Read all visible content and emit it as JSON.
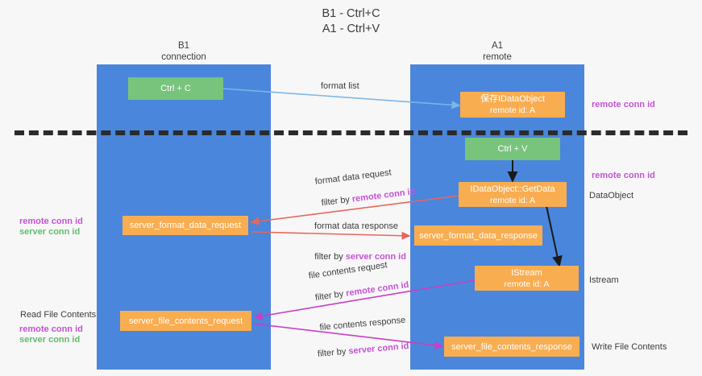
{
  "title": {
    "line1": "B1 - Ctrl+C",
    "line2": "A1 - Ctrl+V"
  },
  "columns": [
    {
      "name": "B1",
      "sub": "connection"
    },
    {
      "name": "A1",
      "sub": "remote"
    }
  ],
  "boxes": {
    "ctrl_c": {
      "line1": "Ctrl + C"
    },
    "save_dataobject": {
      "line1": "保存IDataObject",
      "line2": "remote id: A"
    },
    "ctrl_v": {
      "line1": "Ctrl + V"
    },
    "getdata": {
      "line1": "IDataObject::GetData",
      "line2": "remote id: A"
    },
    "server_format_data_request": {
      "line1": "server_format_data_request"
    },
    "server_format_data_response": {
      "line1": "server_format_data_response"
    },
    "istream": {
      "line1": "IStream",
      "line2": "remote id: A"
    },
    "server_file_contents_request": {
      "line1": "server_file_contents_request"
    },
    "server_file_contents_response": {
      "line1": "server_file_contents_response"
    }
  },
  "edge_labels": {
    "format_list": "format list",
    "format_data_request": "format data request",
    "filter_by_remote_1_prefix": "filter by ",
    "filter_by_remote_1_key": "remote conn id",
    "format_data_response": "format data response",
    "filter_by_server_1_prefix": "filter by ",
    "filter_by_server_1_key": "server conn id",
    "file_contents_request": "file contents request",
    "filter_by_remote_2_prefix": "filter by ",
    "filter_by_remote_2_key": "remote conn id",
    "file_contents_response": "file contents response",
    "filter_by_server_2_prefix": "filter by ",
    "filter_by_server_2_key": "server conn id"
  },
  "side_labels": {
    "right_remote_top": "remote conn id",
    "right_remote_mid": "remote conn id",
    "right_dataobject": "DataObject",
    "right_istream": "Istream",
    "right_write_file": "Write File Contents",
    "left_remote_conn_id_1": "remote conn id",
    "left_server_conn_id_1": "server conn id",
    "left_read_file": "Read File Contents",
    "left_remote_conn_id_2": "remote conn id",
    "left_server_conn_id_2": "server conn id"
  },
  "colors": {
    "lane": "#4a86dc",
    "green_box": "#78c47c",
    "orange_box": "#f9ad51",
    "purple": "#c552d6",
    "green_text": "#62bd6d",
    "divider": "#2b2b2b",
    "arrow_blue": "#7cb5e8",
    "arrow_red": "#e8665c",
    "arrow_magenta": "#c93ec4",
    "arrow_black": "#1a1a1a",
    "background": "#f7f7f7"
  }
}
